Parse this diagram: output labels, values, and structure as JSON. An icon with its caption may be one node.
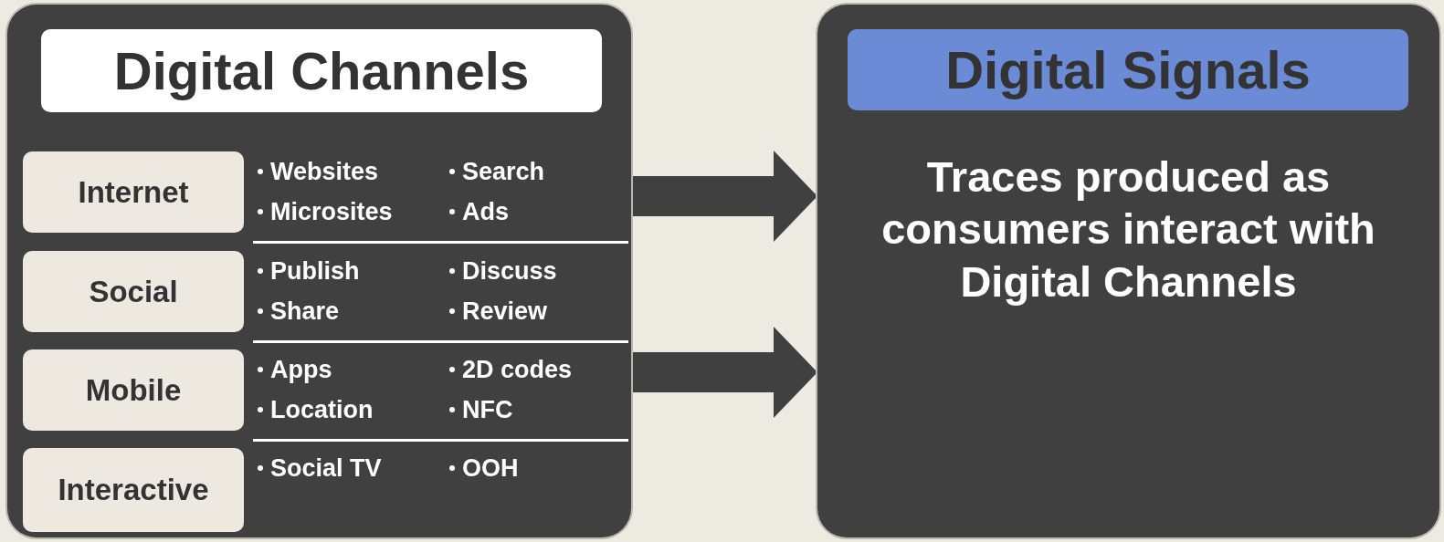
{
  "diagram": {
    "nodes": [
      {
        "text": [],
        "shape": "box"
      },
      {
        "text": [
          "Digital Channels"
        ],
        "in": 0
      },
      {
        "text": [
          "Internet"
        ],
        "in": 0,
        "beside": [
          "Websites",
          "Search",
          "Microsites",
          "Ads"
        ]
      },
      {
        "text": [
          "Social"
        ],
        "in": 0,
        "beside": [
          "Publish",
          "Discuss",
          "Share",
          "Review"
        ]
      },
      {
        "text": [
          "Mobile"
        ],
        "in": 0,
        "beside": [
          "Apps",
          "2D codes",
          "Location",
          "NFC"
        ]
      },
      {
        "text": [
          "Interactive"
        ],
        "in": 0,
        "beside": [
          "Social TV",
          "OOH"
        ]
      },
      {
        "text": [
          "Traces produced as consumers interact with Digital Channels"
        ]
      },
      {
        "text": [
          "Digital Signals"
        ],
        "in": 6
      }
    ],
    "edges": [
      {
        "from": 0,
        "to": 6,
        "arrow": "to"
      },
      {
        "from": 0,
        "to": 6,
        "arrow": "to"
      }
    ]
  }
}
